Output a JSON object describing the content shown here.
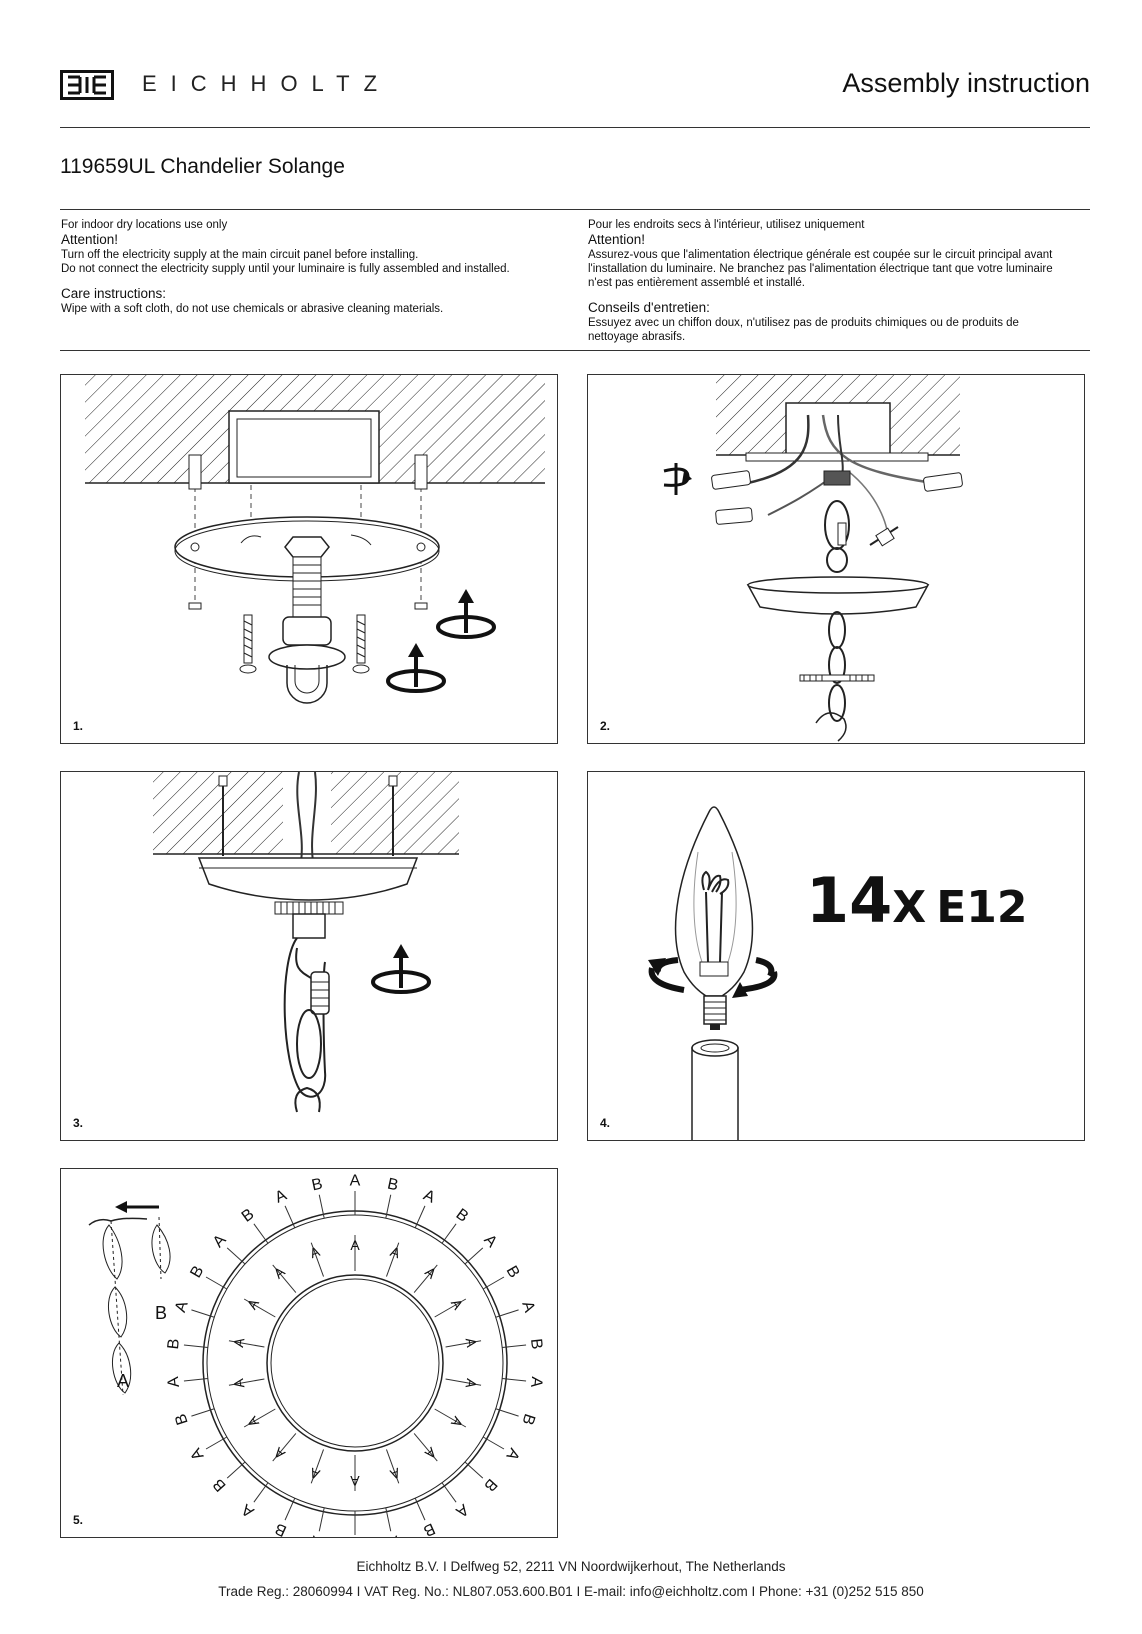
{
  "header": {
    "logo_mark": "EIE",
    "brand": "EICHHOLTZ",
    "doc_title": "Assembly instruction"
  },
  "product": {
    "title": "119659UL Chandelier Solange"
  },
  "notes_en": {
    "line1": "For indoor dry locations use only",
    "attention_head": "Attention!",
    "attention_1": "Turn off the electricity supply at the main circuit panel before installing.",
    "attention_2": "Do not connect the electricity supply until your luminaire is fully assembled and installed.",
    "care_head": "Care instructions:",
    "care_1": "Wipe with a soft cloth, do not use chemicals or abrasive cleaning materials."
  },
  "notes_fr": {
    "line1": "Pour les endroits secs à l'intérieur, utilisez uniquement",
    "attention_head": "Attention!",
    "attention_1": "Assurez-vous que l'alimentation électrique générale est coupée sur le circuit principal avant",
    "attention_2": "l'installation du luminaire. Ne branchez pas l'alimentation électrique tant que votre luminaire",
    "attention_3": "n'est pas entièrement assemblé et installé.",
    "care_head": "Conseils d'entretien:",
    "care_1": "Essuyez avec un chiffon doux, n'utilisez pas de produits chimiques ou de produits de",
    "care_2": "nettoyage abrasifs."
  },
  "steps": [
    {
      "number": "1."
    },
    {
      "number": "2."
    },
    {
      "number": "3."
    },
    {
      "number": "4.",
      "quantity": "14",
      "x": "X",
      "bulb_type": "E12"
    },
    {
      "number": "5.",
      "label_a": "A",
      "label_b": "B"
    }
  ],
  "footer": {
    "line1": "Eichholtz B.V.  I  Delfweg 52, 2211 VN Noordwijkerhout, The Netherlands",
    "line2": "Trade Reg.: 28060994  I  VAT Reg. No.: NL807.053.600.B01  I  E-mail: info@eichholtz.com  I  Phone: +31 (0)252 515 850"
  }
}
